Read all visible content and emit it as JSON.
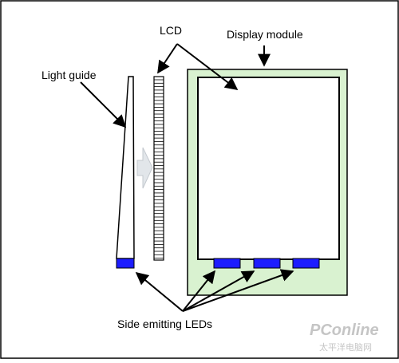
{
  "labels": {
    "lcd": "LCD",
    "display_module": "Display module",
    "light_guide": "Light guide",
    "side_leds": "Side emitting LEDs"
  },
  "watermark": {
    "brand": "PConline",
    "subtitle": "太平洋电脑网"
  },
  "colors": {
    "module_fill": "#d9f2d0",
    "led_fill": "#1d1dff",
    "arrow_fill": "#e2e6ea",
    "stroke": "#000000"
  },
  "icons": {
    "lcd_pointer": "arrow-icon",
    "module_pointer": "arrow-icon",
    "light_pointer": "arrow-icon",
    "flow_arrow": "right-arrow-icon"
  }
}
